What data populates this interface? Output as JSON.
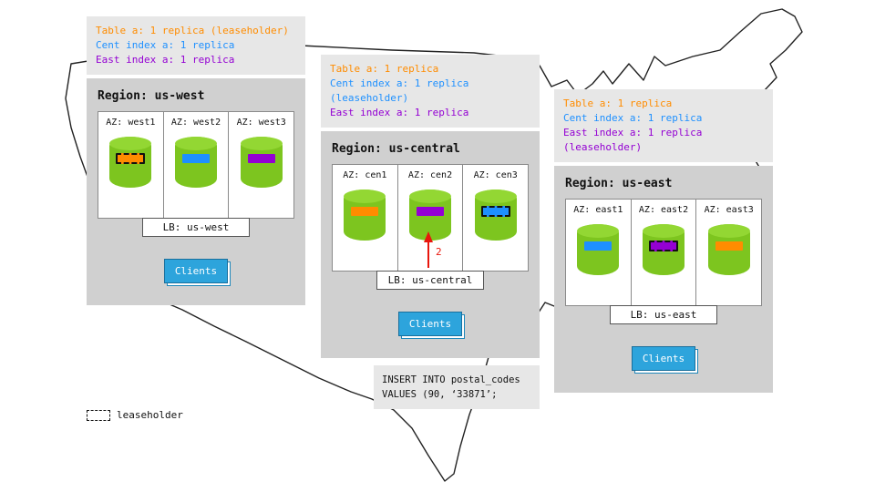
{
  "palette": {
    "table_replica": "#ff8c00",
    "cent_index_replica": "#1e90ff",
    "east_index_replica": "#9400d3",
    "cylinder_green": "#7dc51f",
    "clients_blue": "#2da4dc",
    "arrow_red": "#e8160c"
  },
  "regions": [
    {
      "name": "us-west",
      "title": "Region: us-west",
      "legend": [
        "Table a: 1 replica (leaseholder)",
        "Cent index a: 1 replica",
        "East index a: 1 replica"
      ],
      "azs": [
        {
          "label": "AZ: west1",
          "replica_color": "#ff8c00",
          "leaseholder": true
        },
        {
          "label": "AZ: west2",
          "replica_color": "#1e90ff",
          "leaseholder": false
        },
        {
          "label": "AZ: west3",
          "replica_color": "#9400d3",
          "leaseholder": false
        }
      ],
      "lb": "LB: us-west",
      "clients": "Clients"
    },
    {
      "name": "us-central",
      "title": "Region: us-central",
      "legend": [
        "Table a: 1 replica",
        "Cent index a: 1 replica (leaseholder)",
        "East index a: 1 replica"
      ],
      "azs": [
        {
          "label": "AZ: cen1",
          "replica_color": "#ff8c00",
          "leaseholder": false
        },
        {
          "label": "AZ: cen2",
          "replica_color": "#9400d3",
          "leaseholder": false
        },
        {
          "label": "AZ: cen3",
          "replica_color": "#1e90ff",
          "leaseholder": true
        }
      ],
      "lb": "LB: us-central",
      "clients": "Clients",
      "arrow_label": "2"
    },
    {
      "name": "us-east",
      "title": "Region: us-east",
      "legend": [
        "Table a: 1 replica",
        "Cent index a: 1 replica",
        "East index a: 1 replica (leaseholder)"
      ],
      "azs": [
        {
          "label": "AZ: east1",
          "replica_color": "#1e90ff",
          "leaseholder": false
        },
        {
          "label": "AZ: east2",
          "replica_color": "#9400d3",
          "leaseholder": true
        },
        {
          "label": "AZ: east3",
          "replica_color": "#ff8c00",
          "leaseholder": false
        }
      ],
      "lb": "LB: us-east",
      "clients": "Clients"
    }
  ],
  "sql_note": [
    "INSERT INTO postal_codes",
    "VALUES (90, ‘33871’;"
  ],
  "key": {
    "leaseholder_label": "leaseholder"
  }
}
